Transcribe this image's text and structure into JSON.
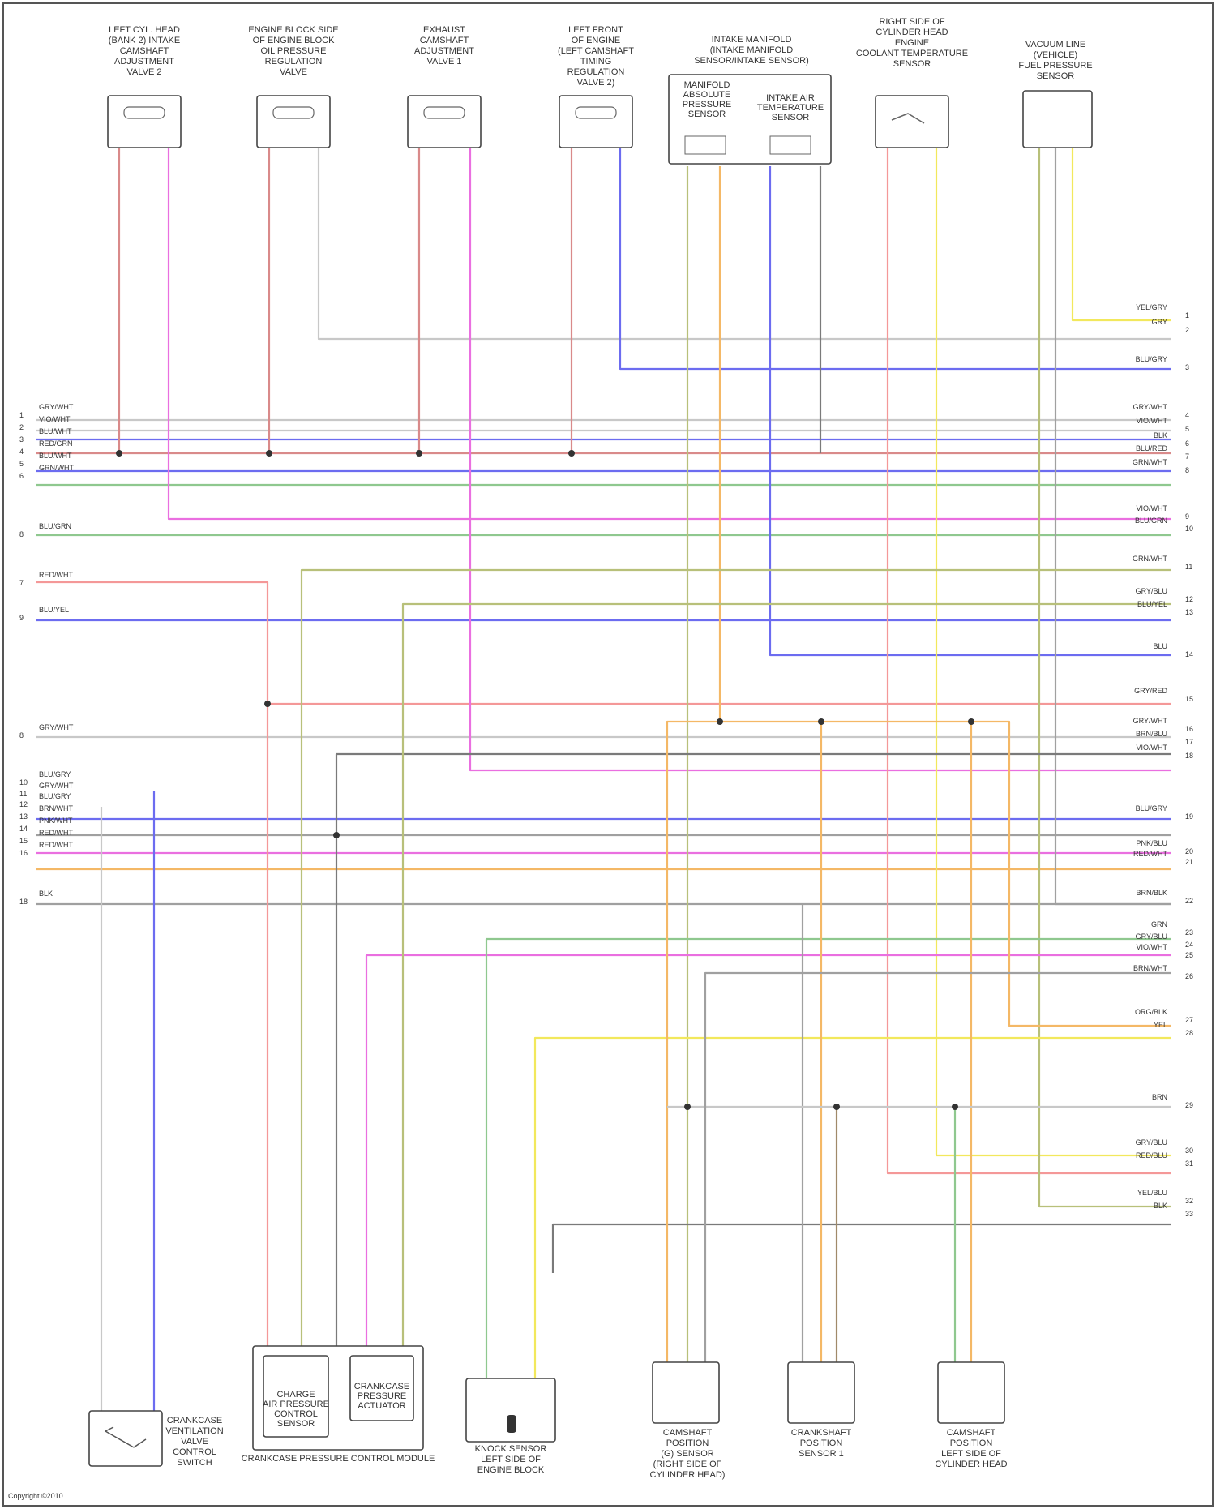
{
  "diagram": {
    "footer": "Copyright ©2010",
    "components": [
      {
        "key": "c1",
        "lines": [
          "LEFT CYL. HEAD",
          "(BANK 2) INTAKE",
          "CAMSHAFT",
          "ADJUSTMENT",
          "VALVE 2"
        ]
      },
      {
        "key": "c2",
        "lines": [
          "ENGINE BLOCK SIDE",
          "OF ENGINE BLOCK",
          "OIL PRESSURE",
          "REGULATION",
          "VALVE"
        ]
      },
      {
        "key": "c3",
        "lines": [
          "EXHAUST",
          "CAMSHAFT",
          "ADJUSTMENT",
          "VALVE 1"
        ]
      },
      {
        "key": "c4",
        "lines": [
          "LEFT FRONT",
          "OF ENGINE",
          "(LEFT CAMSHAFT",
          "TIMING",
          "REGULATION",
          "VALVE 2)"
        ]
      },
      {
        "key": "c5",
        "lines": [
          "INTAKE MANIFOLD",
          "(INTAKE MANIFOLD",
          "SENSOR/INTAKE SENSOR)"
        ]
      },
      {
        "key": "c5a",
        "lines": [
          "MANIFOLD",
          "ABSOLUTE",
          "PRESSURE",
          "SENSOR"
        ]
      },
      {
        "key": "c5b",
        "lines": [
          "INTAKE AIR",
          "TEMPERATURE",
          "SENSOR"
        ]
      },
      {
        "key": "c6",
        "lines": [
          "RIGHT SIDE OF",
          "CYLINDER HEAD",
          "ENGINE",
          "COOLANT TEMPERATURE",
          "SENSOR"
        ]
      },
      {
        "key": "c7",
        "lines": [
          "VACUUM LINE",
          "(VEHICLE)",
          "FUEL PRESSURE",
          "SENSOR"
        ]
      },
      {
        "key": "b1",
        "lines": [
          "CRANKCASE",
          "VENTILATION",
          "VALVE",
          "CONTROL",
          "SWITCH"
        ]
      },
      {
        "key": "b2",
        "lines": [
          "CRANKCASE PRESSURE CONTROL MODULE"
        ]
      },
      {
        "key": "b2a",
        "lines": [
          "CHARGE",
          "AIR PRESSURE",
          "CONTROL",
          "SENSOR"
        ]
      },
      {
        "key": "b2b",
        "lines": [
          "CRANKCASE",
          "PRESSURE",
          "ACTUATOR"
        ]
      },
      {
        "key": "b3",
        "lines": [
          "KNOCK SENSOR",
          "LEFT SIDE OF",
          "ENGINE BLOCK"
        ]
      },
      {
        "key": "b4",
        "lines": [
          "CAMSHAFT",
          "POSITION",
          "(G) SENSOR",
          "(RIGHT SIDE OF",
          "CYLINDER HEAD)"
        ]
      },
      {
        "key": "b5",
        "lines": [
          "CRANKSHAFT",
          "POSITION",
          "SENSOR 1"
        ]
      },
      {
        "key": "b6",
        "lines": [
          "CAMSHAFT",
          "POSITION",
          "LEFT SIDE OF",
          "CYLINDER HEAD"
        ]
      }
    ],
    "left_labels": [
      {
        "text": "GRY/WHT",
        "pin": "1"
      },
      {
        "text": "VIO/WHT",
        "pin": "2"
      },
      {
        "text": "BLU/WHT",
        "pin": "3"
      },
      {
        "text": "RED/GRN",
        "pin": "4"
      },
      {
        "text": "BLU/WHT",
        "pin": "5"
      },
      {
        "text": "GRN/WHT",
        "pin": "6"
      },
      {
        "text": "BLU/GRN",
        "pin": "8"
      },
      {
        "text": "RED/WHT",
        "pin": "7"
      },
      {
        "text": "BLU/YEL",
        "pin": "9"
      },
      {
        "text": "GRY/WHT",
        "pin": "8"
      },
      {
        "text": "BLU/GRY",
        "pin": "10"
      },
      {
        "text": "GRY/WHT",
        "pin": "11"
      },
      {
        "text": "BLU/GRY",
        "pin": "12"
      },
      {
        "text": "BRN/WHT",
        "pin": "13"
      },
      {
        "text": "PNK/WHT",
        "pin": "14"
      },
      {
        "text": "RED/WHT",
        "pin": "15"
      },
      {
        "text": "RED/WHT",
        "pin": "16"
      },
      {
        "text": "BLK",
        "pin": "18"
      }
    ],
    "right_labels": [
      {
        "text": "YEL/GRY",
        "pin": "1"
      },
      {
        "text": "GRY",
        "pin": "2"
      },
      {
        "text": "BLU/GRY",
        "pin": "3"
      },
      {
        "text": "GRY/WHT",
        "pin": "4"
      },
      {
        "text": "VIO/WHT",
        "pin": "5"
      },
      {
        "text": "BLK",
        "pin": "6"
      },
      {
        "text": "BLU/RED",
        "pin": "7"
      },
      {
        "text": "GRN/WHT",
        "pin": "8"
      },
      {
        "text": "VIO/WHT",
        "pin": "9"
      },
      {
        "text": "BLU/GRN",
        "pin": "10"
      },
      {
        "text": "GRN/WHT",
        "pin": "11"
      },
      {
        "text": "GRY/BLU",
        "pin": "12"
      },
      {
        "text": "BLU/YEL",
        "pin": "13"
      },
      {
        "text": "BLU",
        "pin": "14"
      },
      {
        "text": "GRY/RED",
        "pin": "15"
      },
      {
        "text": "GRY/WHT",
        "pin": "16"
      },
      {
        "text": "BRN/BLU",
        "pin": "17"
      },
      {
        "text": "VIO/WHT",
        "pin": "18"
      },
      {
        "text": "BLU/GRY",
        "pin": "19"
      },
      {
        "text": "PNK/BLU",
        "pin": "20"
      },
      {
        "text": "RED/WHT",
        "pin": "21"
      },
      {
        "text": "BRN/BLK",
        "pin": "22"
      },
      {
        "text": "GRN",
        "pin": "23"
      },
      {
        "text": "GRY/BLU",
        "pin": "24"
      },
      {
        "text": "VIO/WHT",
        "pin": "25"
      },
      {
        "text": "BRN/WHT",
        "pin": "26"
      },
      {
        "text": "ORG/BLK",
        "pin": "27"
      },
      {
        "text": "YEL",
        "pin": "28"
      },
      {
        "text": "BRN",
        "pin": "29"
      },
      {
        "text": "GRY/BLU",
        "pin": "30"
      },
      {
        "text": "RED/BLU",
        "pin": "31"
      },
      {
        "text": "YEL/BLU",
        "pin": "32"
      },
      {
        "text": "BLK",
        "pin": "33"
      }
    ]
  }
}
